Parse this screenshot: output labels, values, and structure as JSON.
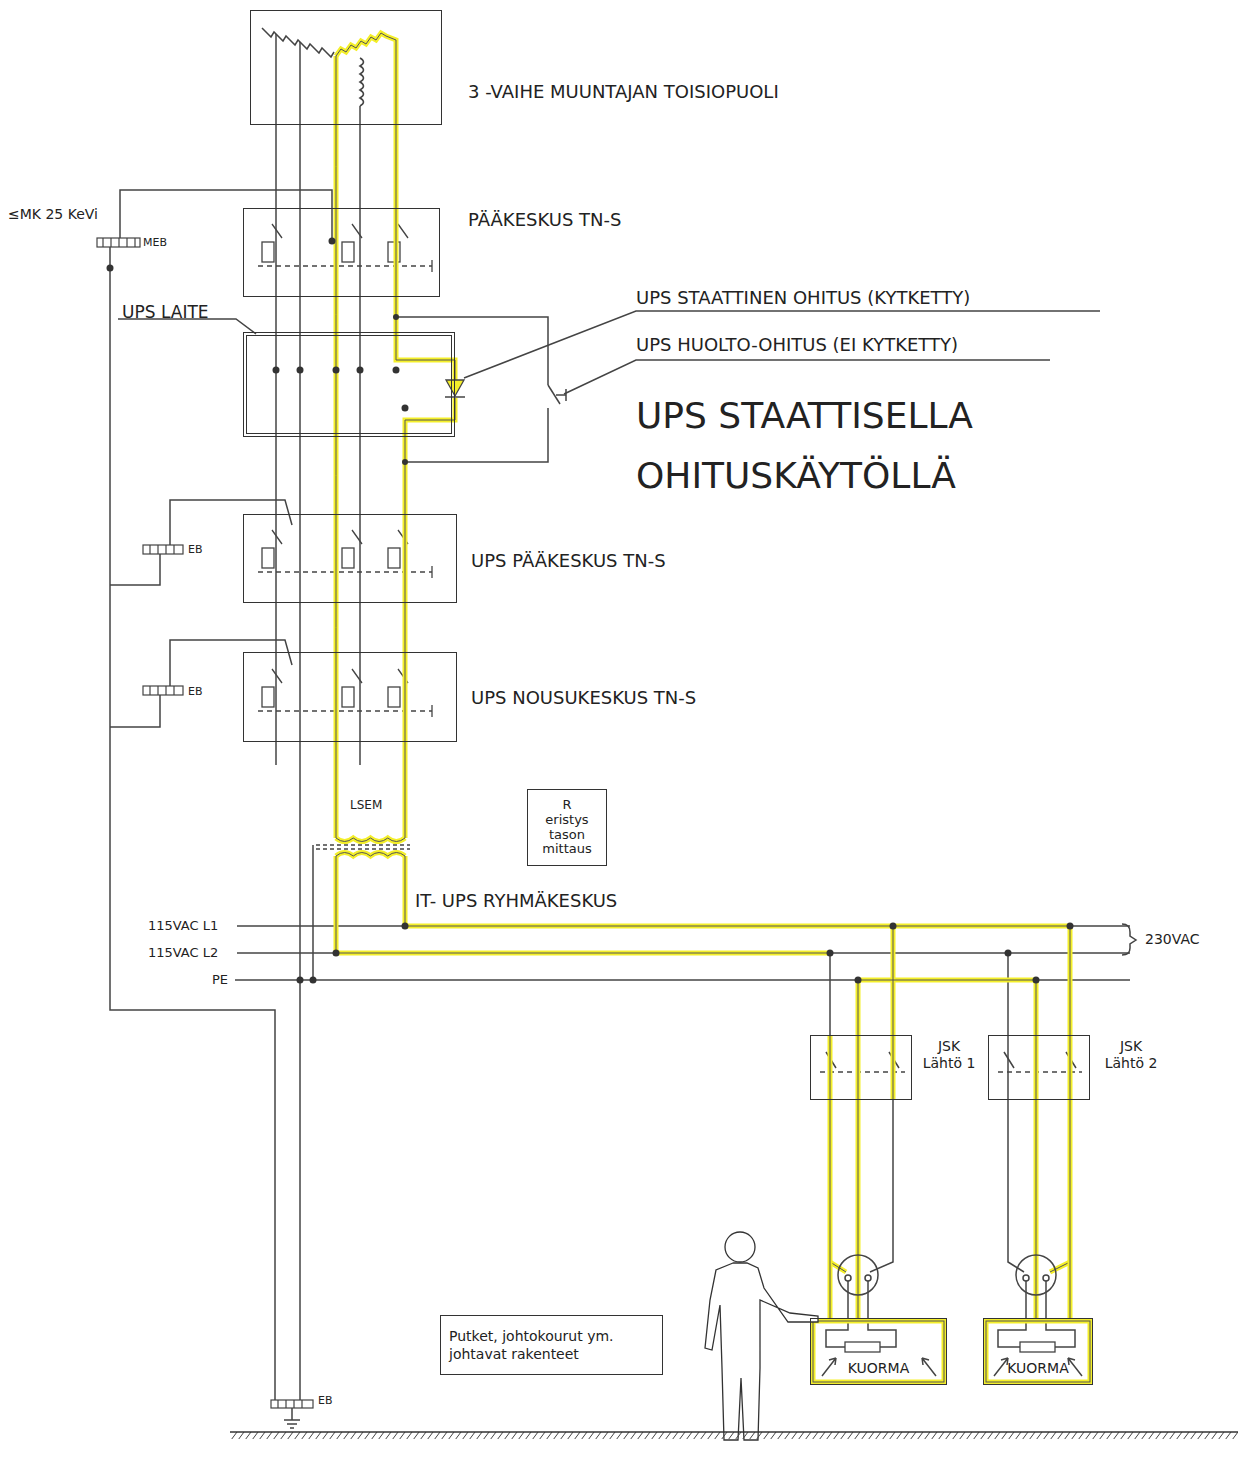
{
  "diagram": {
    "nodes": [
      {
        "text": [
          "3 -VAIHE MUUNTAJAN TOISIOPUOLI"
        ]
      },
      {
        "text": [
          "PÄÄKESKUS TN-S"
        ]
      },
      {
        "text": [
          "UPS LAITE"
        ]
      },
      {
        "text": [
          "UPS PÄÄKESKUS TN-S"
        ]
      },
      {
        "text": [
          "UPS NOUSUKESKUS TN-S"
        ]
      },
      {
        "text": [
          "R eristys tason mittaus"
        ]
      },
      {
        "text": [
          "JSK Lähtö 1"
        ]
      },
      {
        "text": [
          "JSK Lähtö 2"
        ]
      },
      {
        "text": [
          "KUORMA"
        ]
      },
      {
        "text": [
          "KUORMA"
        ]
      },
      {
        "text": [
          "Putket, johtokourut ym. johtavat rakenteet"
        ]
      }
    ],
    "edges": [
      {
        "from": 0,
        "to": 1,
        "arrow": "none"
      },
      {
        "from": 1,
        "to": 2,
        "arrow": "none"
      },
      {
        "from": 2,
        "to": 3,
        "arrow": "none"
      },
      {
        "from": 3,
        "to": 4,
        "arrow": "none"
      },
      {
        "from": 6,
        "to": 8,
        "arrow": "none"
      },
      {
        "from": 7,
        "to": 9,
        "arrow": "none"
      }
    ],
    "labels": [
      "≤MK 25 KeVi",
      "MEB",
      "UPS STAATTINEN OHITUS (KYTKETTY)",
      "UPS HUOLTO-OHITUS (EI KYTKETTY)",
      "UPS STAATTISELLA OHITUSKÄYTÖLLÄ",
      "EB",
      "EB",
      "LSEM",
      "IT- UPS RYHMÄKESKUS",
      "115VAC L1",
      "115VAC L2",
      "PE",
      "230VAC",
      "EB"
    ]
  }
}
